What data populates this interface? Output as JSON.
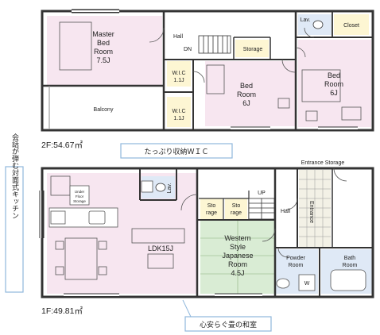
{
  "floor2": {
    "area_label": "2F:54.67㎡",
    "callout": "たっぷり収納ＷＩＣ",
    "rooms": {
      "master_bed": [
        "Master",
        "Bed",
        "Room",
        "7.5J"
      ],
      "hall": "Hall",
      "dn": "DN",
      "storage": "Storage",
      "lav": "Lav.",
      "closet": "Closet",
      "wic1": [
        "W.I.C",
        "1.1J"
      ],
      "wic2": [
        "W.I.C",
        "1.1J"
      ],
      "bed_center": [
        "Bed",
        "Room",
        "6J"
      ],
      "bed_right": [
        "Bed",
        "Room",
        "6J"
      ],
      "balcony": "Balcony"
    }
  },
  "floor1": {
    "area_label": "1F:49.81㎡",
    "callout": "心安らぐ畳の和室",
    "side_callout": "会話が弾む対面式キッチン",
    "rooms": {
      "entrance_storage": "Entrance Storage",
      "ldk": "LDK15J",
      "lav": "Lav.",
      "storage1": [
        "Sto",
        "rage"
      ],
      "storage2": [
        "Sto",
        "rage"
      ],
      "up": "UP",
      "hall": "Hall",
      "entrance": "Entrance",
      "japanese": [
        "Western",
        "Style",
        "Japanese",
        "Room",
        "4.5J"
      ],
      "powder": [
        "Powder",
        "Room"
      ],
      "bath": [
        "Bath",
        "Room"
      ],
      "washer": "W",
      "fridge": [
        "Under",
        "Floor",
        "Storage"
      ]
    }
  },
  "colors": {
    "bedroom_fill": "#f7e6f0",
    "tatami_fill": "#d9ecd4",
    "wet_fill": "#dfe9f6",
    "storage_fill": "#fdf6d3",
    "wall": "#333333",
    "callout_border": "#8fb7dc"
  }
}
